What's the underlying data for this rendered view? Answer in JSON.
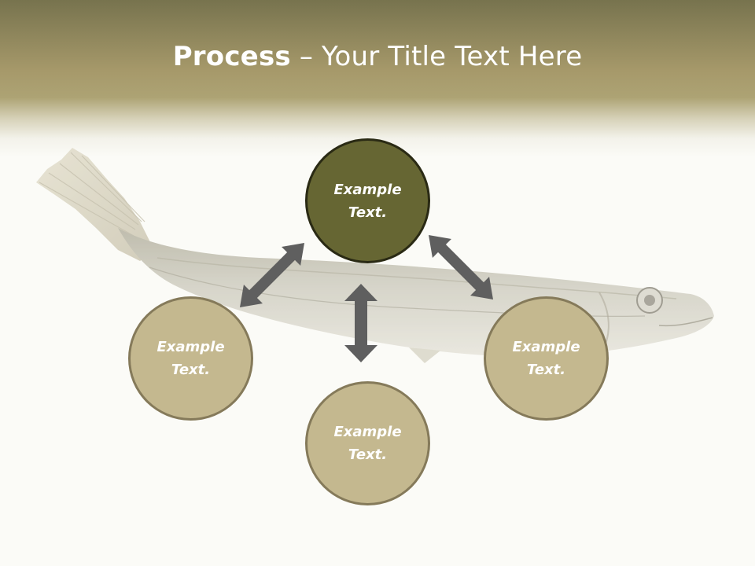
{
  "slide": {
    "title_bold": "Process",
    "title_rest": " – Your Title Text Here"
  },
  "diagram": {
    "center": "Example Text.",
    "left": "Example Text.",
    "right": "Example Text.",
    "bottom": "Example Text."
  },
  "colors": {
    "header_top": "#77734e",
    "header_band": "#ada374",
    "main_circle": "#666633",
    "side_circle": "#c4b88f",
    "arrow": "#5f5f5f"
  },
  "images": {
    "background": "fish-photo"
  }
}
